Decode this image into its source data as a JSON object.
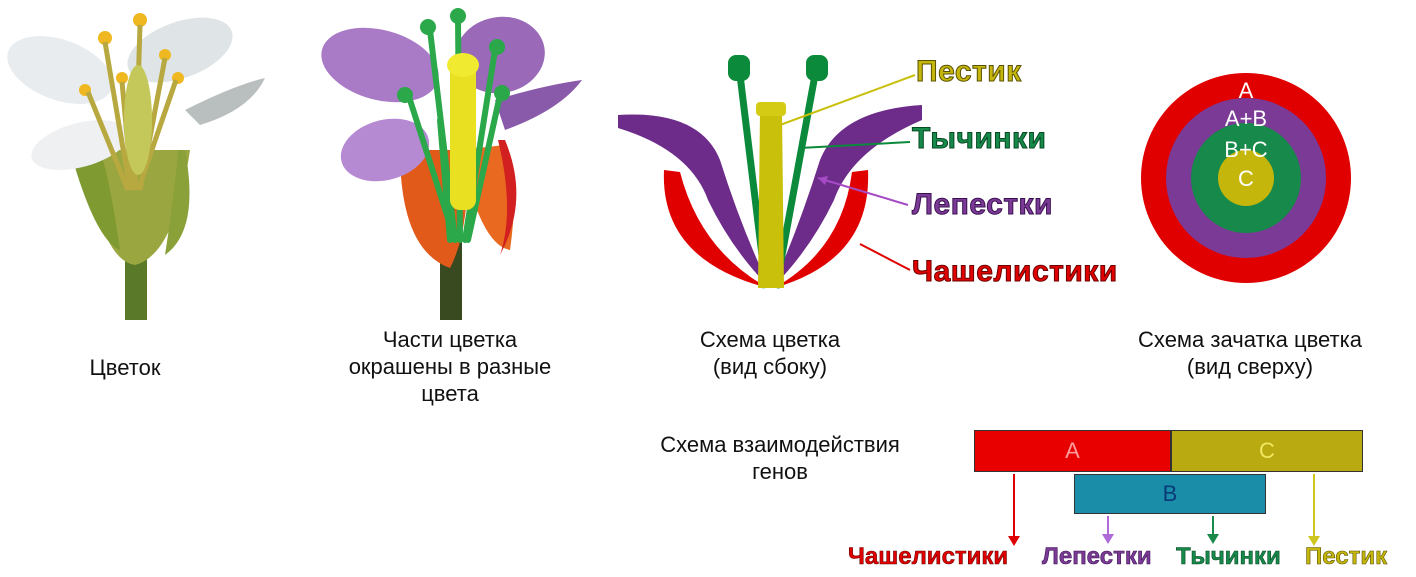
{
  "captions": {
    "flower": "Цветок",
    "colored": "Части цветка\nокрашены в разные\nцвета",
    "side_scheme": "Схема цветка\n(вид сбоку)",
    "top_scheme": "Схема зачатка цветка\n(вид сверху)",
    "genes_scheme": "Схема взаимодействия\nгенов"
  },
  "part_labels": {
    "pistil": "Пестик",
    "stamens": "Тычинки",
    "petals": "Лепестки",
    "sepals": "Чашелистики"
  },
  "whorls": {
    "outer": "A",
    "second": "A+B",
    "third": "B+C",
    "inner": "C"
  },
  "gene_bars": {
    "a": "A",
    "c": "C",
    "b": "B"
  },
  "bottom_labels": {
    "sepals": "Чашелистики",
    "petals": "Лепестки",
    "stamens": "Тычинки",
    "pistil": "Пестик"
  },
  "colors": {
    "red": "#e00000",
    "purple": "#7a3a95",
    "green": "#1a8a4a",
    "yellow": "#c4b60a",
    "blue": "#1a8ea8"
  }
}
